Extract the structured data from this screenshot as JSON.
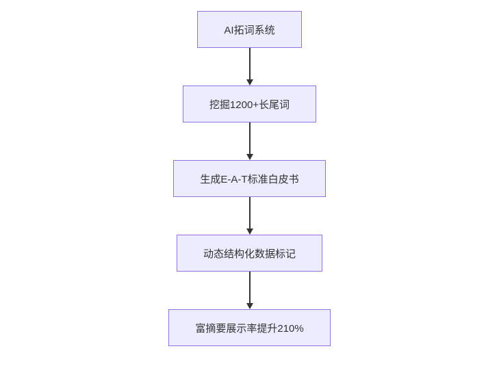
{
  "page": {
    "background_color": "#ffffff"
  },
  "flowchart": {
    "type": "vertical-flow",
    "node_fill_color": "#ECECFF",
    "node_border_color": "#9370DB",
    "arrow_color": "#333333",
    "nodes": [
      {
        "label": "AI拓词系统"
      },
      {
        "label": "挖掘1200+长尾词"
      },
      {
        "label": "生成E-A-T标准白皮书"
      },
      {
        "label": "动态结构化数据标记"
      },
      {
        "label": "富摘要展示率提升210%"
      }
    ]
  }
}
